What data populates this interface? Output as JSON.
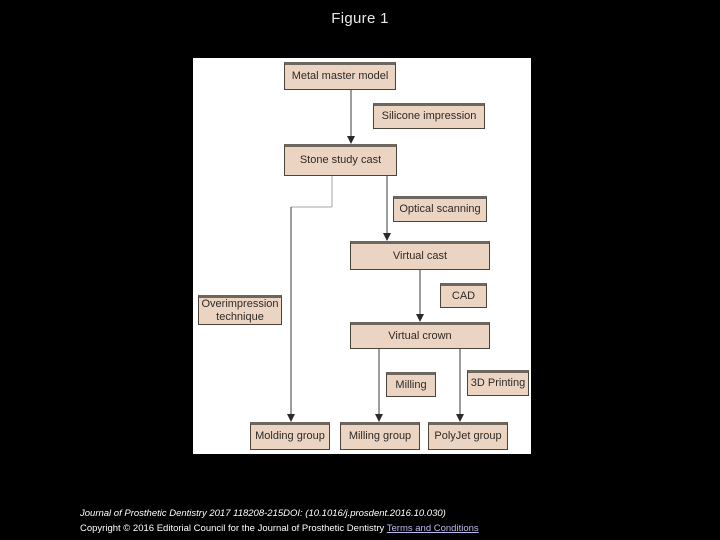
{
  "slide": {
    "title": "Figure 1",
    "background_color": "#000000",
    "panel_color": "#ffffff"
  },
  "diagram": {
    "type": "flowchart",
    "colors": {
      "node_fill": "#ecd4c3",
      "node_border": "#4a443c",
      "node_border_top": "#6d675f",
      "arrow_dark": "#3b3b3b",
      "arrow_light": "#aaa49f",
      "node_text": "#2d2a26"
    },
    "nodes": {
      "metal_master_model": {
        "label": "Metal master model"
      },
      "silicone_impression": {
        "label": "Silicone impression"
      },
      "stone_study_cast": {
        "label": "Stone study cast"
      },
      "optical_scanning": {
        "label": "Optical scanning"
      },
      "virtual_cast": {
        "label": "Virtual cast"
      },
      "cad": {
        "label": "CAD"
      },
      "overimpression_technique": {
        "label": "Overimpression technique"
      },
      "virtual_crown": {
        "label": "Virtual crown"
      },
      "milling": {
        "label": "Milling"
      },
      "printing_3d": {
        "label": "3D Printing"
      },
      "molding_group": {
        "label": "Molding group"
      },
      "milling_group": {
        "label": "Milling group"
      },
      "polyjet_group": {
        "label": "PolyJet group"
      }
    },
    "edges": [
      {
        "from": "Metal master model",
        "to": "Stone study cast",
        "label": "Silicone impression"
      },
      {
        "from": "Stone study cast",
        "to": "Virtual cast",
        "label": "Optical scanning"
      },
      {
        "from": "Stone study cast",
        "to": "Molding group",
        "label": "Overimpression technique"
      },
      {
        "from": "Virtual cast",
        "to": "Virtual crown",
        "label": "CAD"
      },
      {
        "from": "Virtual crown",
        "to": "Milling group",
        "label": "Milling"
      },
      {
        "from": "Virtual crown",
        "to": "PolyJet group",
        "label": "3D Printing"
      }
    ]
  },
  "footer": {
    "citation_line1": "Journal of Prosthetic Dentistry 2017 118208-215DOI: (10.1016/j.prosdent.2016.10.030)",
    "copyright_text": "Copyright © 2016 Editorial Council for the Journal of Prosthetic Dentistry ",
    "terms_link": "Terms and Conditions",
    "link_color": "#bdb9ef"
  }
}
